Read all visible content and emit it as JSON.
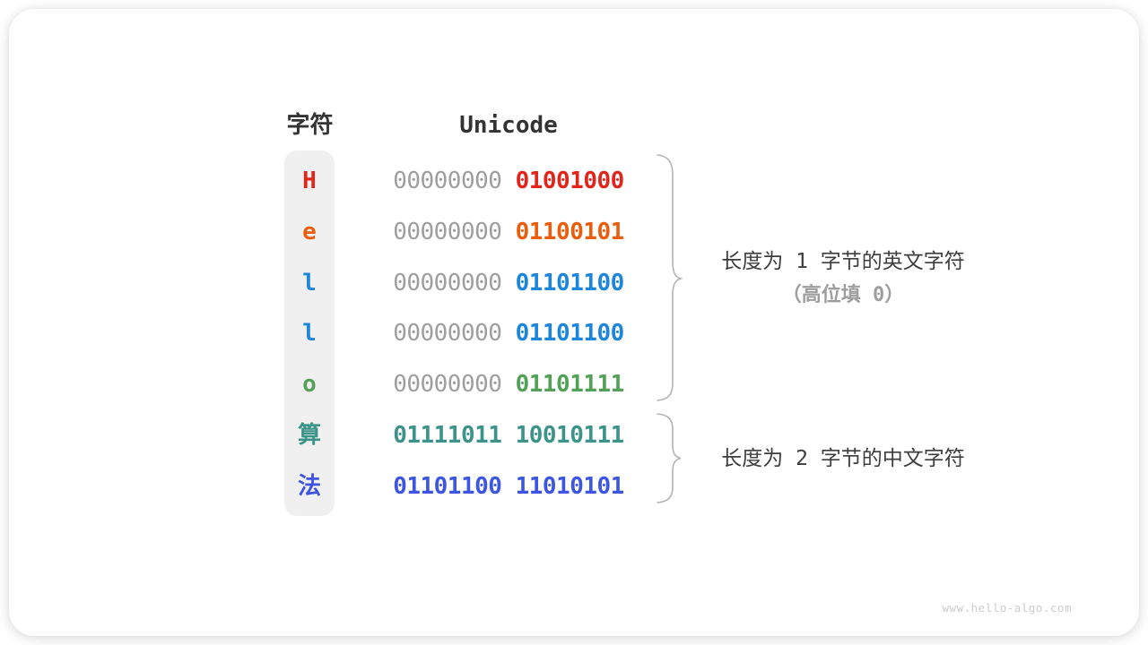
{
  "figure": {
    "headers": {
      "char": "字符",
      "unicode": "Unicode"
    },
    "rows": [
      {
        "char": "H",
        "byte1": "00000000",
        "byte2": "01001000",
        "char_color": "#e1251b",
        "byte1_color": "#9e9e9e",
        "byte2_color": "#e1251b"
      },
      {
        "char": "e",
        "byte1": "00000000",
        "byte2": "01100101",
        "char_color": "#ea5d0d",
        "byte1_color": "#9e9e9e",
        "byte2_color": "#ea5d0d"
      },
      {
        "char": "l",
        "byte1": "00000000",
        "byte2": "01101100",
        "char_color": "#1d86dc",
        "byte1_color": "#9e9e9e",
        "byte2_color": "#1d86dc"
      },
      {
        "char": "l",
        "byte1": "00000000",
        "byte2": "01101100",
        "char_color": "#1d86dc",
        "byte1_color": "#9e9e9e",
        "byte2_color": "#1d86dc"
      },
      {
        "char": "o",
        "byte1": "00000000",
        "byte2": "01101111",
        "char_color": "#53a057",
        "byte1_color": "#9e9e9e",
        "byte2_color": "#53a057"
      },
      {
        "char": "算",
        "byte1": "01111011",
        "byte2": "10010111",
        "char_color": "#3b9389",
        "byte1_color": "#3b9389",
        "byte2_color": "#3b9389"
      },
      {
        "char": "法",
        "byte1": "01101100",
        "byte2": "11010101",
        "char_color": "#3c55e2",
        "byte1_color": "#3c55e2",
        "byte2_color": "#3c55e2"
      }
    ],
    "annotations": {
      "english": {
        "line1": "长度为 1 字节的英文字符",
        "line2": "（高位填 0）"
      },
      "chinese": {
        "line1": "长度为 2 字节的中文字符"
      }
    },
    "watermark": "www.hello-algo.com",
    "colors": {
      "heading": "#333333",
      "muted_byte": "#9e9e9e",
      "annotation_primary": "#3d3d3d",
      "annotation_secondary": "#9e9e9e",
      "brace": "#b3b3b3",
      "char_column_bg": "#f0f0f0",
      "watermark": "#cccccc"
    }
  }
}
